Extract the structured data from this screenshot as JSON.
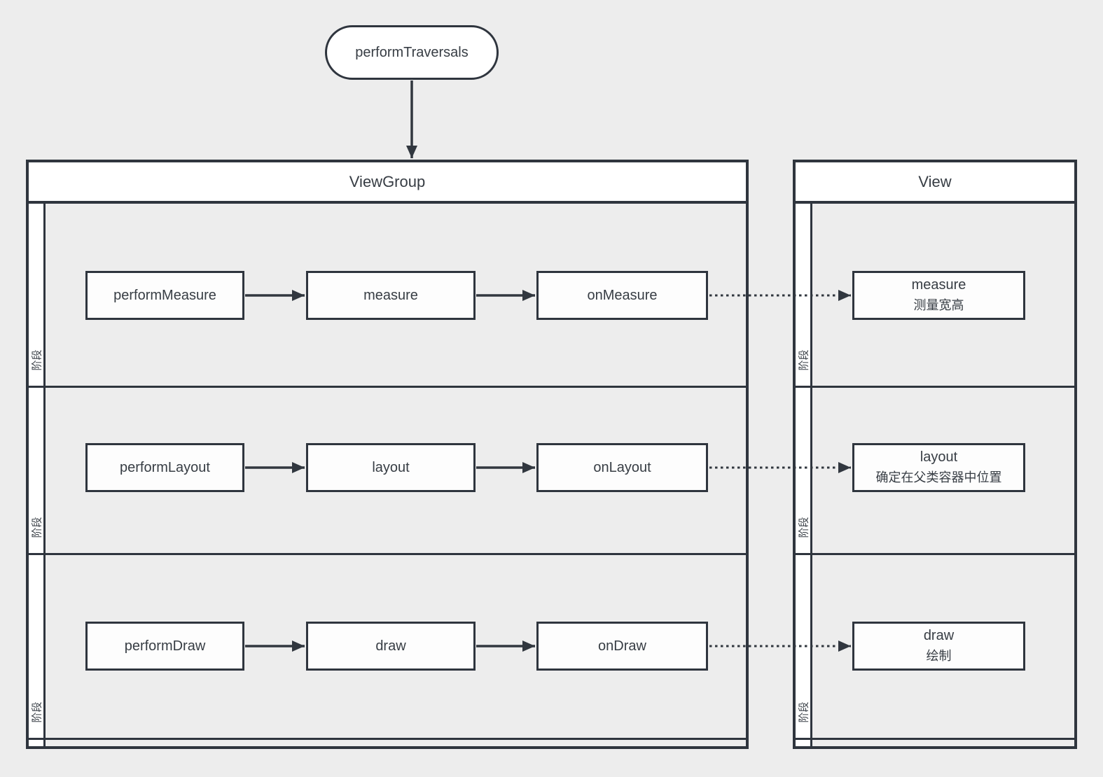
{
  "colors": {
    "background": "#ededed",
    "border": "#2f353e",
    "node_fill": "#fdfdfd",
    "title_fill": "#ffffff",
    "text": "#373d44"
  },
  "start_node": {
    "label": "performTraversals"
  },
  "viewgroup_pool": {
    "title": "ViewGroup",
    "lane_label": "阶段",
    "rows": [
      {
        "nodes": [
          "performMeasure",
          "measure",
          "onMeasure"
        ]
      },
      {
        "nodes": [
          "performLayout",
          "layout",
          "onLayout"
        ]
      },
      {
        "nodes": [
          "performDraw",
          "draw",
          "onDraw"
        ]
      }
    ]
  },
  "view_pool": {
    "title": "View",
    "lane_label": "阶段",
    "rows": [
      {
        "title": "measure",
        "subtitle": "测量宽高"
      },
      {
        "title": "layout",
        "subtitle": "确定在父类容器中位置"
      },
      {
        "title": "draw",
        "subtitle": "绘制"
      }
    ]
  }
}
